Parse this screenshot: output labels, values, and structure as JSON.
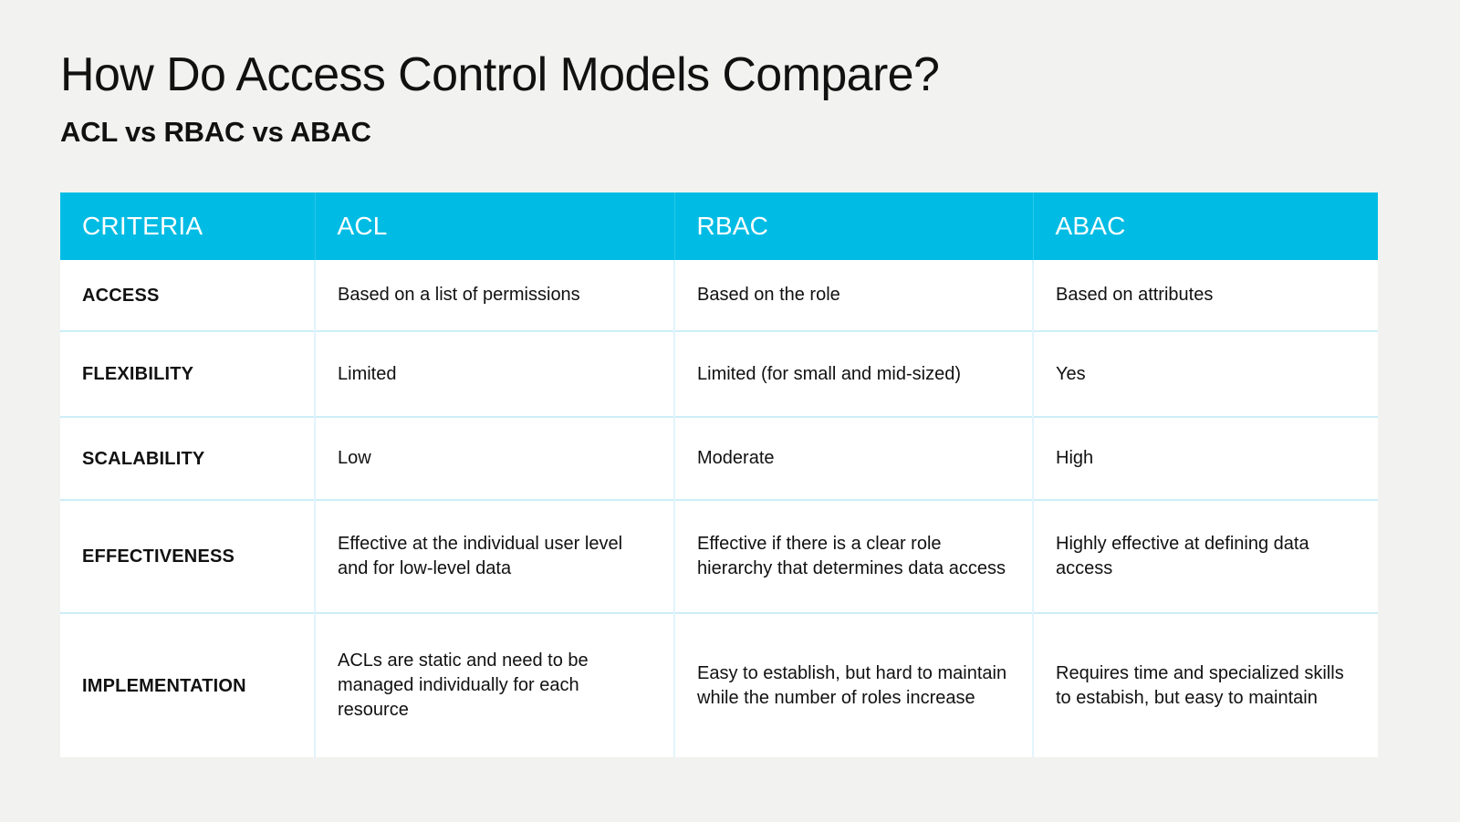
{
  "page": {
    "background_color": "#f2f2f0",
    "title": "How Do Access Control Models Compare?",
    "subtitle": "ACL vs RBAC vs ABAC"
  },
  "theme": {
    "header_background": "#00bce4",
    "header_text_color": "#ffffff",
    "table_background": "#ffffff",
    "row_divider_color": "#cdeef8",
    "column_divider_color": "#e2f4fb",
    "body_text_color": "#111111"
  },
  "table": {
    "columns": [
      {
        "key": "criteria",
        "label": "CRITERIA"
      },
      {
        "key": "acl",
        "label": "ACL"
      },
      {
        "key": "rbac",
        "label": "RBAC"
      },
      {
        "key": "abac",
        "label": "ABAC"
      }
    ],
    "rows": [
      {
        "criteria": "ACCESS",
        "acl": "Based on a list of permissions",
        "rbac": "Based on the role",
        "abac": "Based on attributes"
      },
      {
        "criteria": "FLEXIBILITY",
        "acl": "Limited",
        "rbac": "Limited (for small and mid-sized)",
        "abac": "Yes"
      },
      {
        "criteria": "SCALABILITY",
        "acl": "Low",
        "rbac": "Moderate",
        "abac": "High"
      },
      {
        "criteria": "EFFECTIVENESS",
        "acl": "Effective at the individual user level and for low-level data",
        "rbac": "Effective if there is a clear role hierarchy that determines data access",
        "abac": "Highly effective at defining data access"
      },
      {
        "criteria": "IMPLEMENTATION",
        "acl": "ACLs are static and need to be managed individually for each resource",
        "rbac": "Easy to establish, but hard to maintain while the number of roles increase",
        "abac": "Requires time and specialized skills to estabish, but easy to maintain"
      }
    ]
  }
}
